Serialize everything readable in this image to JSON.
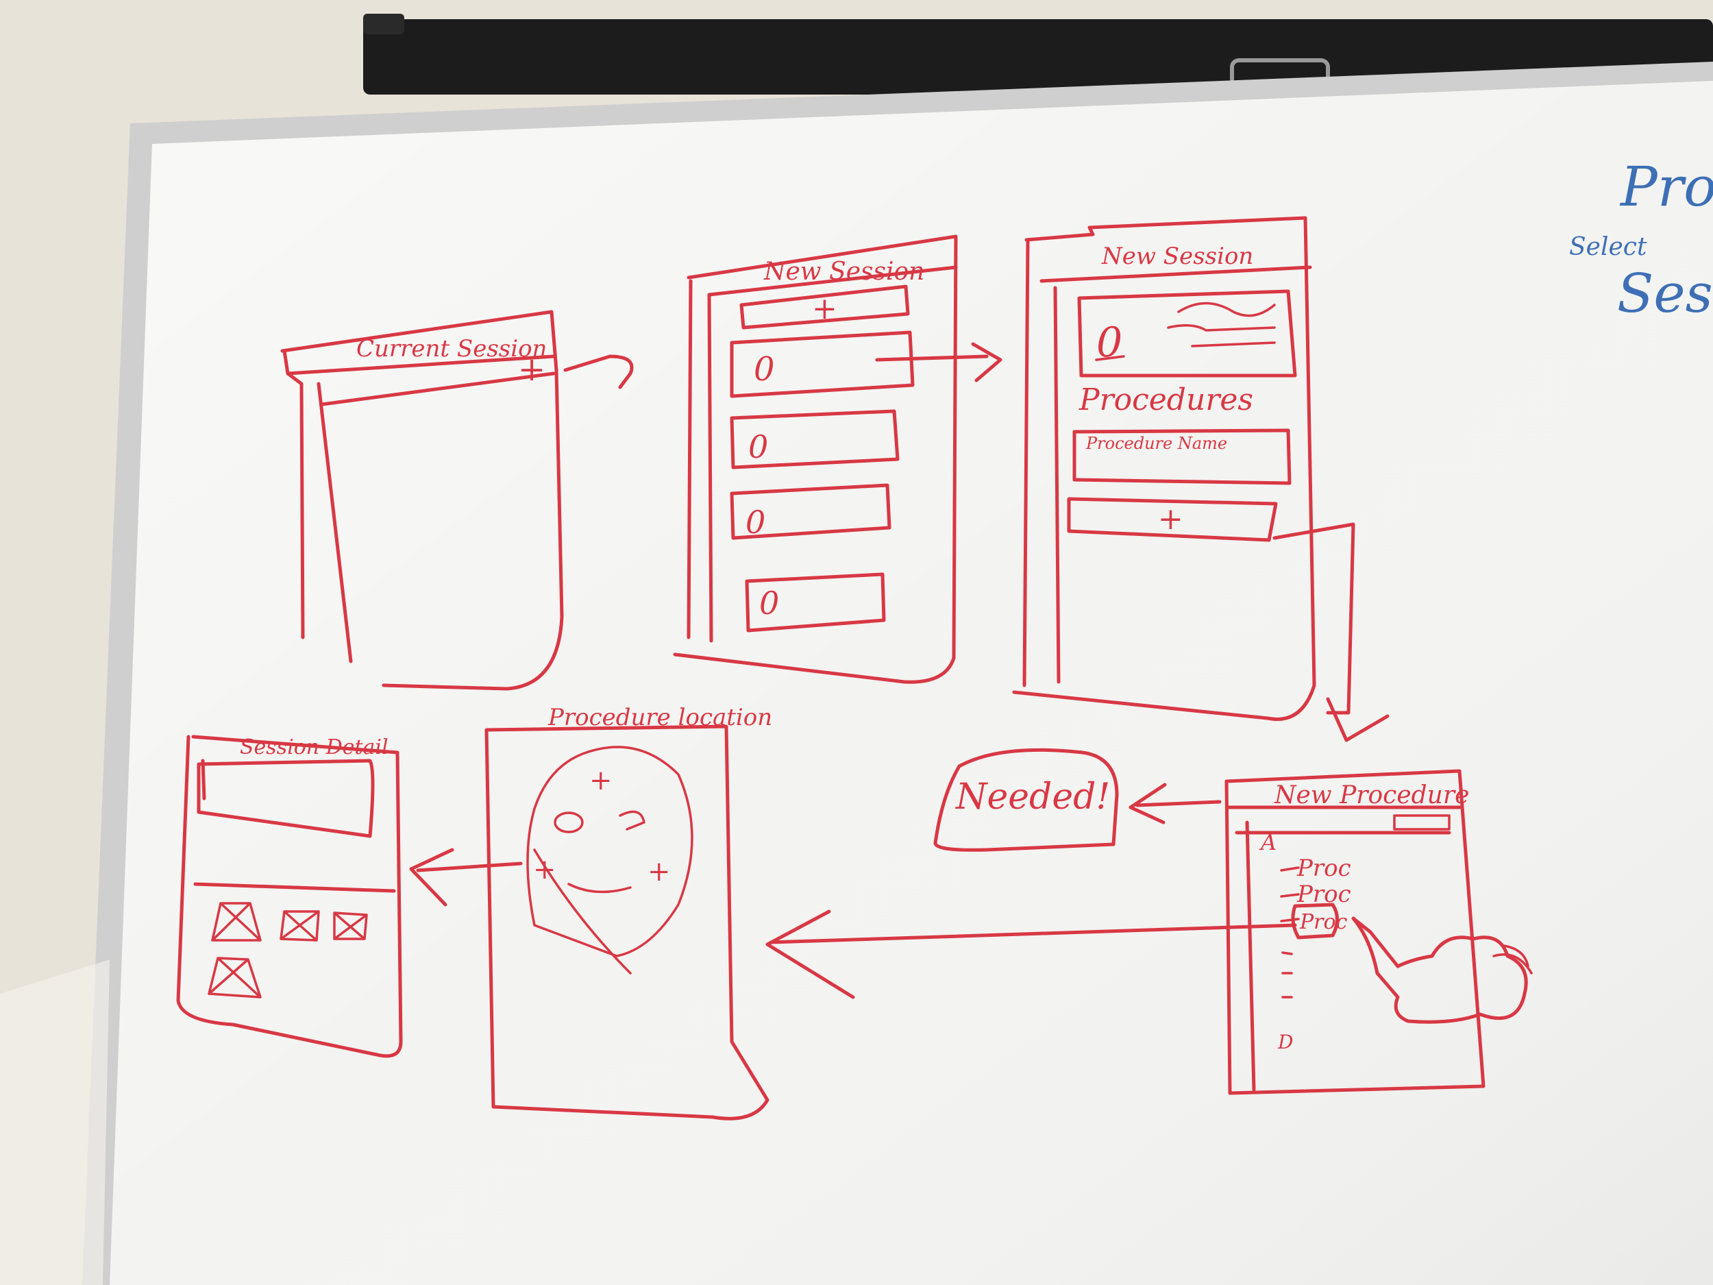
{
  "colors": {
    "wall": "#e6e2d8",
    "board": "#f2f2f0",
    "frame": "#c9c9c9",
    "marker_red": "#d83844",
    "marker_blue": "#3d6fb5",
    "screen_bar": "#1c1c1c"
  },
  "sketches": {
    "current_session": {
      "title": "Current Session",
      "add_symbol": "+"
    },
    "new_session_list": {
      "title": "New Session",
      "add_symbol": "+",
      "item_symbol": "0"
    },
    "new_session_detail": {
      "title": "New Session",
      "item_symbol": "0",
      "section_label": "Procedures",
      "field_label": "Procedure Name",
      "add_symbol": "+"
    },
    "needed_note": {
      "text": "Needed!"
    },
    "new_procedure": {
      "title": "New Procedure",
      "index_letter": "A",
      "items": [
        "Proc",
        "Proc",
        "Proc"
      ],
      "footer_letter": "D"
    },
    "procedure_location": {
      "title": "Procedure location",
      "marker_symbol": "+"
    },
    "session_detail": {
      "title": "Session Detail"
    }
  },
  "side_notes": {
    "top": "Proc",
    "middle": "Select",
    "bottom": "Ses"
  }
}
